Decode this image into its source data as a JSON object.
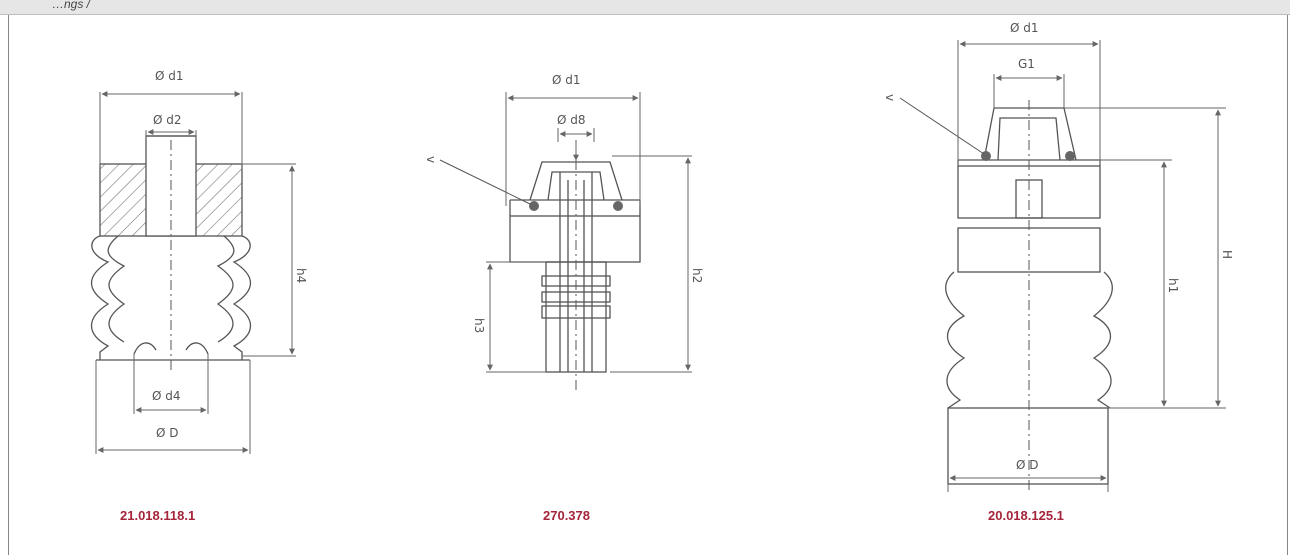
{
  "header": {
    "caption": "…ngs /"
  },
  "drawings": [
    {
      "code": "21.018.118.1",
      "labels": {
        "d1": "Ø d1",
        "d2": "Ø d2",
        "d4": "Ø d4",
        "D": "Ø D",
        "h4": "h4"
      }
    },
    {
      "code": "270.378",
      "labels": {
        "d1": "Ø d1",
        "d8": "Ø d8",
        "h2": "h2",
        "h3": "h3",
        "v": "v"
      }
    },
    {
      "code": "20.018.125.1",
      "labels": {
        "d1": "Ø d1",
        "g1": "G1",
        "D": "Ø D",
        "h1": "h1",
        "H": "H",
        "v": "v"
      }
    }
  ],
  "colors": {
    "code": "#a5253a",
    "line": "#555555"
  }
}
